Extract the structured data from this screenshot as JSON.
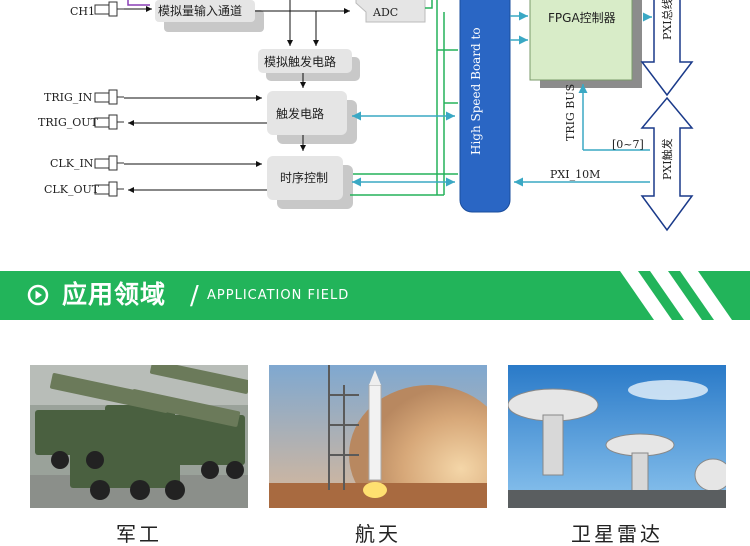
{
  "diagram": {
    "ch1": "CH1",
    "analog_input": "模拟量输入通道",
    "adc": "ADC",
    "analog_trigger": "模拟触发电路",
    "trigger_circuit": "触发电路",
    "timing_control": "时序控制",
    "trig_in": "TRIG_IN",
    "trig_out": "TRIG_OUT",
    "clk_in": "CLK_IN",
    "clk_out": "CLK_OUT",
    "high_speed_board": "High  Speed  Board  to",
    "fpga": "FPGA控制器",
    "trig_bus": "TRIG BUS",
    "bus_range": "[0~7]",
    "pxi_10m": "PXI_10M",
    "pxi_bus": "PXI总线",
    "pxi_trigger": "PXI触发"
  },
  "banner": {
    "title": "应用领域",
    "separator": "/",
    "subtitle": "APPLICATION FIELD"
  },
  "applications": [
    {
      "label": "军工"
    },
    {
      "label": "航天"
    },
    {
      "label": "卫星雷达"
    }
  ],
  "colors": {
    "accent_green": "#22b45a",
    "blue_board": "#2a66c4",
    "fpga_green": "#d8ecc8",
    "block_gray": "#e5e5e5",
    "line_teal": "#3aa8c4",
    "line_green": "#25b25a"
  }
}
